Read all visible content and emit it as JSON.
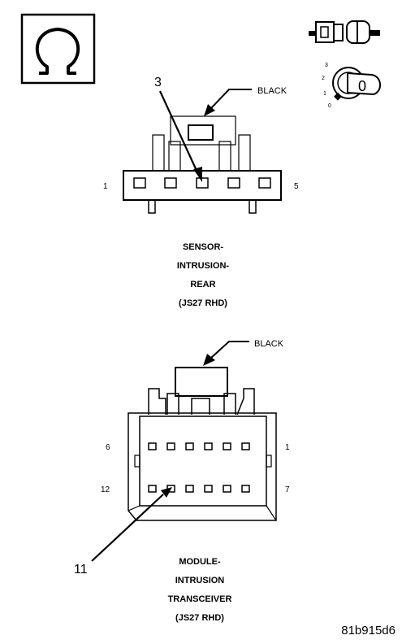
{
  "top_connector": {
    "callout_number": "3",
    "color_label": "BLACK",
    "pin_left": "1",
    "pin_right": "5",
    "caption": [
      "SENSOR-",
      "INTRUSION-",
      "REAR",
      "(JS27 RHD)"
    ]
  },
  "bottom_connector": {
    "callout_number": "11",
    "color_label": "BLACK",
    "pin_top_left": "6",
    "pin_top_right": "1",
    "pin_bottom_left": "12",
    "pin_bottom_right": "7",
    "caption": [
      "MODULE-",
      "INTRUSION",
      "TRANSCEIVER",
      "(JS27 RHD)"
    ]
  },
  "ignition_symbol": {
    "key_label": "0",
    "positions": [
      "3",
      "2",
      "1",
      "0"
    ]
  },
  "icons": {
    "ohm": "omega-resistance-icon",
    "connector": "connector-plug-icon",
    "ignition": "ignition-key-icon"
  },
  "figure_id": "81b915d6"
}
